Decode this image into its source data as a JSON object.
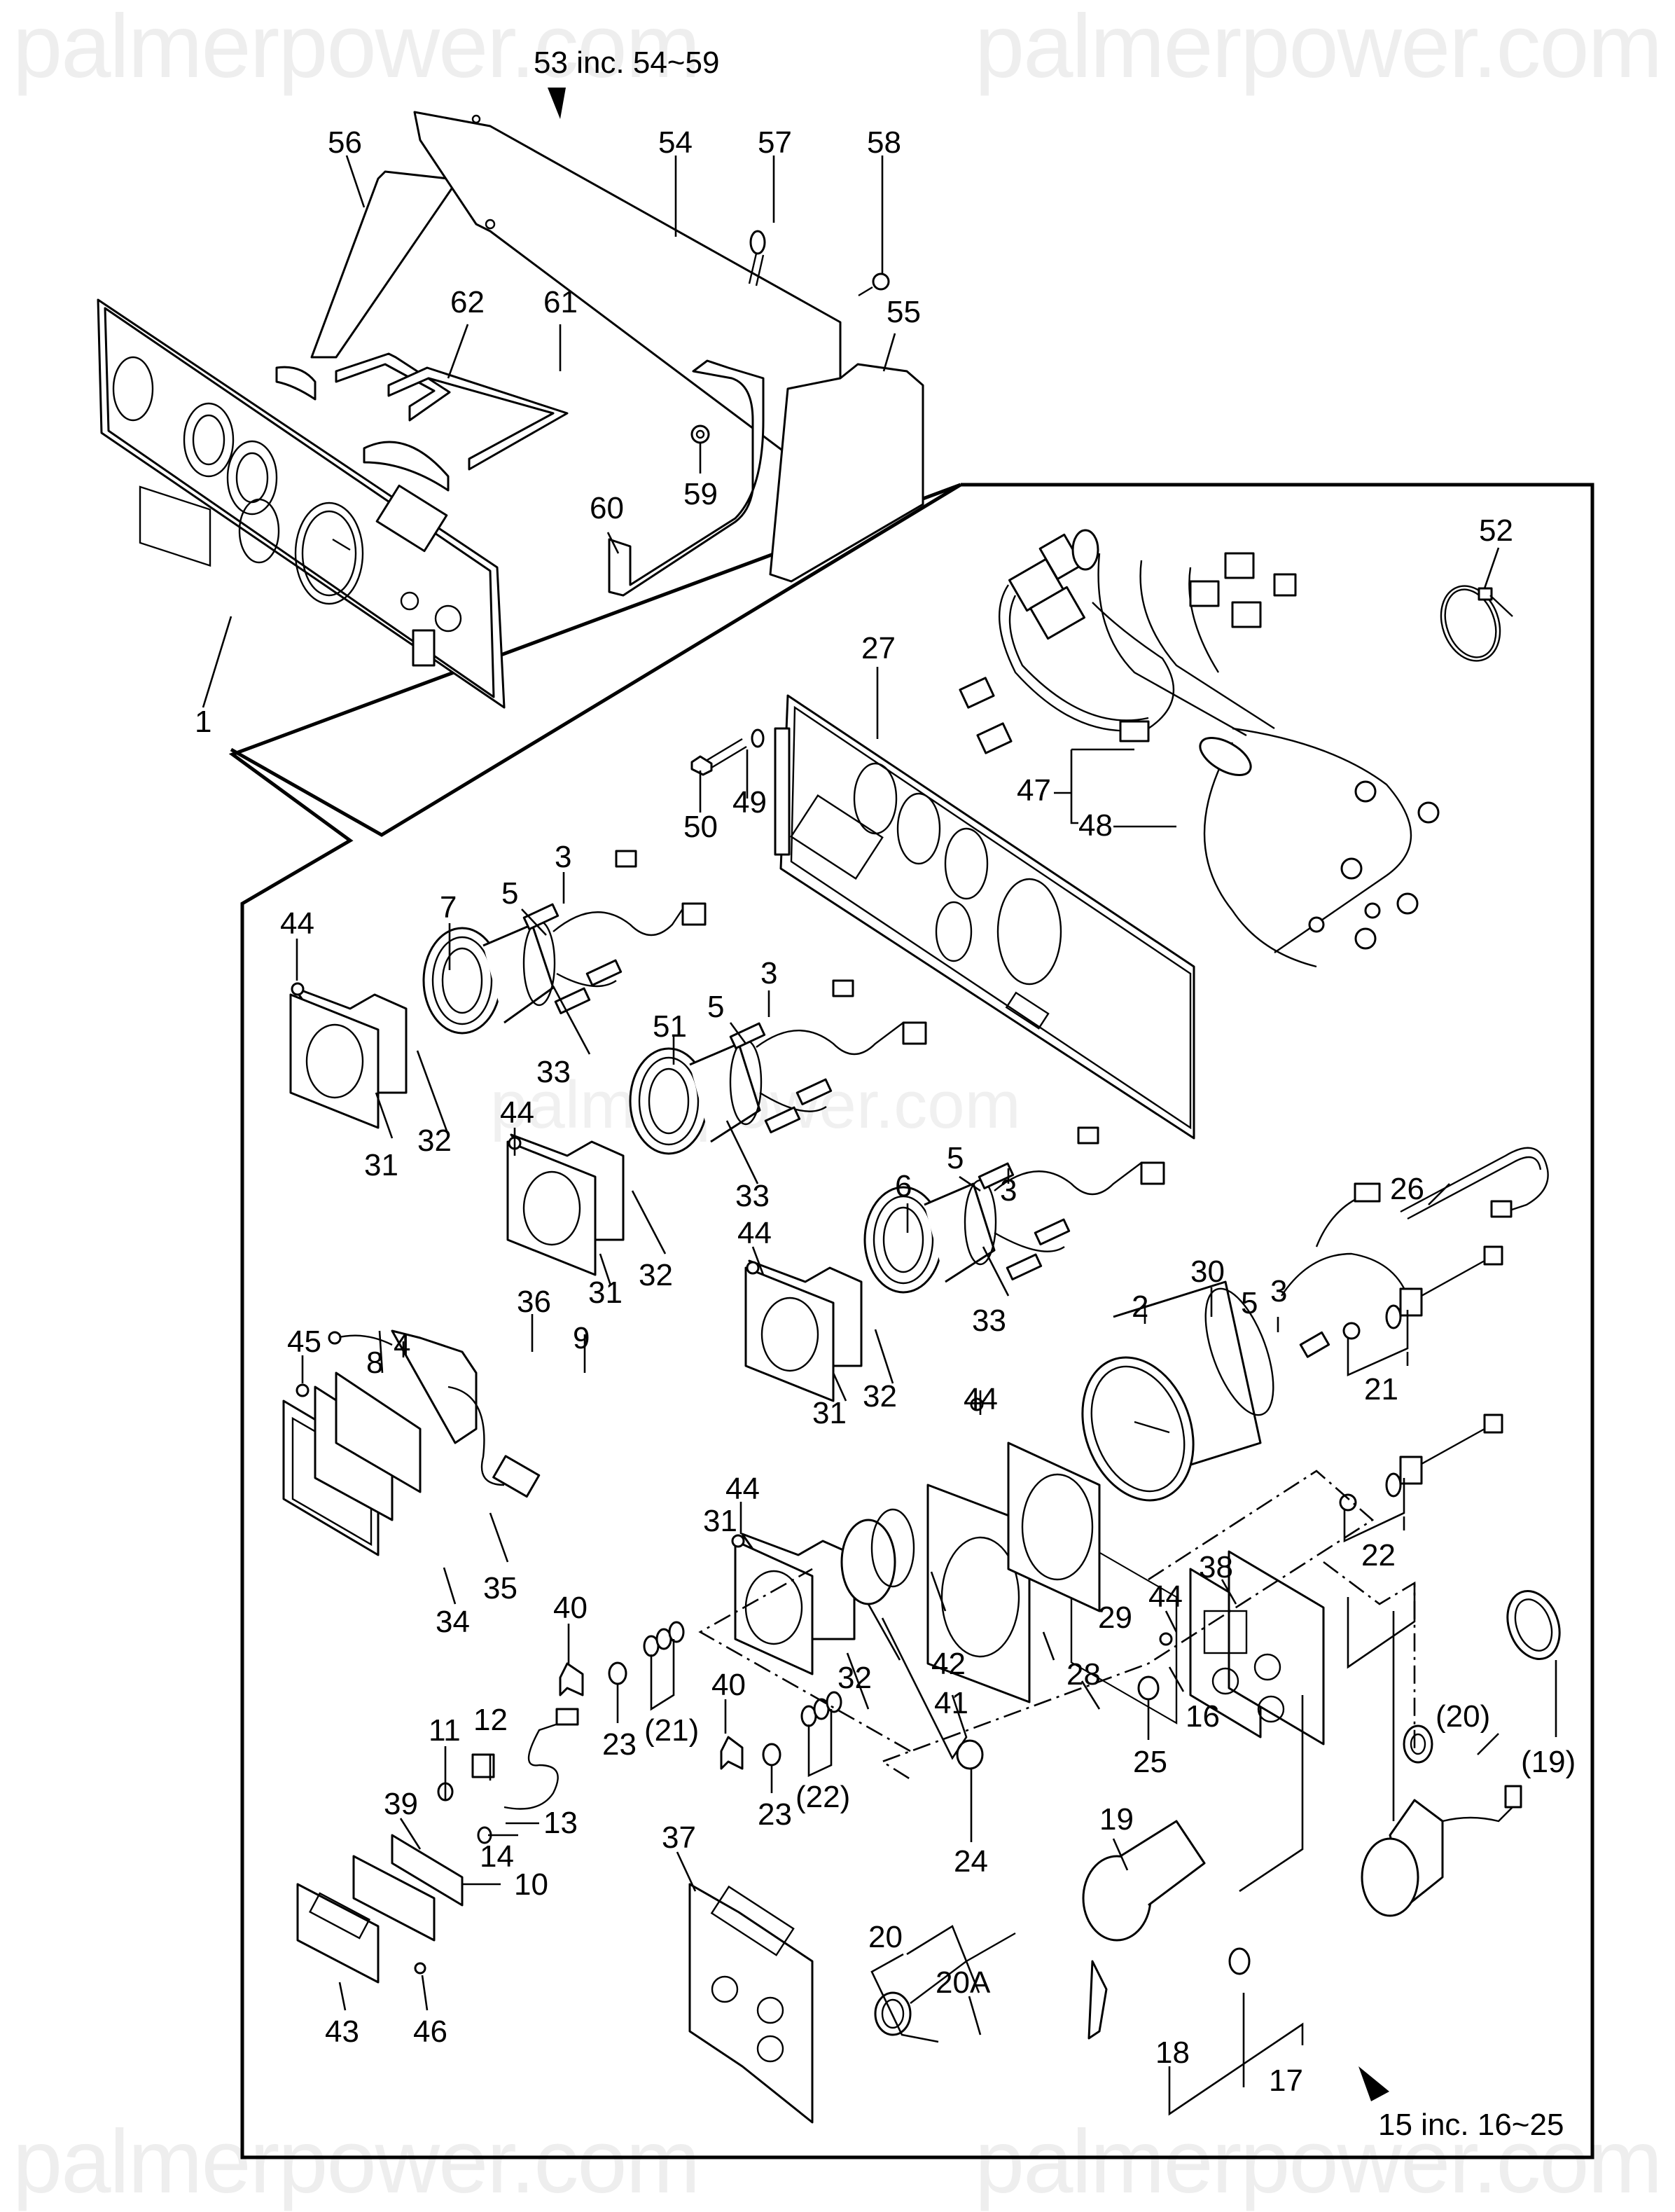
{
  "diagram": {
    "title": "Instrument Panel – Exploded Parts View",
    "watermark": "palmerpower.com",
    "assembly_notes": [
      {
        "id": "note-53",
        "text": "53 inc. 54~59"
      },
      {
        "id": "note-15",
        "text": "15 inc. 16~25"
      }
    ],
    "callouts": [
      {
        "id": "c53",
        "text": "53 inc. 54~59"
      },
      {
        "id": "c56",
        "text": "56"
      },
      {
        "id": "c54",
        "text": "54"
      },
      {
        "id": "c57",
        "text": "57"
      },
      {
        "id": "c58",
        "text": "58"
      },
      {
        "id": "c62",
        "text": "62"
      },
      {
        "id": "c61",
        "text": "61"
      },
      {
        "id": "c55",
        "text": "55"
      },
      {
        "id": "c59",
        "text": "59"
      },
      {
        "id": "c60",
        "text": "60"
      },
      {
        "id": "c1",
        "text": "1"
      },
      {
        "id": "c52",
        "text": "52"
      },
      {
        "id": "c27",
        "text": "27"
      },
      {
        "id": "c47",
        "text": "47"
      },
      {
        "id": "c48",
        "text": "48"
      },
      {
        "id": "c50",
        "text": "50"
      },
      {
        "id": "c49",
        "text": "49"
      },
      {
        "id": "c44a",
        "text": "44"
      },
      {
        "id": "c7",
        "text": "7"
      },
      {
        "id": "c5a",
        "text": "5"
      },
      {
        "id": "c3a",
        "text": "3"
      },
      {
        "id": "c33a",
        "text": "33"
      },
      {
        "id": "c31a",
        "text": "31"
      },
      {
        "id": "c32a",
        "text": "32"
      },
      {
        "id": "c51",
        "text": "51"
      },
      {
        "id": "c5b",
        "text": "5"
      },
      {
        "id": "c3b",
        "text": "3"
      },
      {
        "id": "c44b",
        "text": "44"
      },
      {
        "id": "c33b",
        "text": "33"
      },
      {
        "id": "c31b",
        "text": "31"
      },
      {
        "id": "c32b",
        "text": "32"
      },
      {
        "id": "c3c",
        "text": "3"
      },
      {
        "id": "c5c",
        "text": "5"
      },
      {
        "id": "c6",
        "text": "6"
      },
      {
        "id": "c44c",
        "text": "44"
      },
      {
        "id": "c33c",
        "text": "33"
      },
      {
        "id": "c31c",
        "text": "31"
      },
      {
        "id": "c32c",
        "text": "32"
      },
      {
        "id": "c26",
        "text": "26"
      },
      {
        "id": "c30",
        "text": "30"
      },
      {
        "id": "c5d",
        "text": "5"
      },
      {
        "id": "c3d",
        "text": "3"
      },
      {
        "id": "c2",
        "text": "2"
      },
      {
        "id": "c21",
        "text": "21"
      },
      {
        "id": "c22",
        "text": "22"
      },
      {
        "id": "c8",
        "text": "8"
      },
      {
        "id": "c4",
        "text": "4"
      },
      {
        "id": "c36",
        "text": "36"
      },
      {
        "id": "c9",
        "text": "9"
      },
      {
        "id": "c45",
        "text": "45"
      },
      {
        "id": "c34",
        "text": "34"
      },
      {
        "id": "c35",
        "text": "35"
      },
      {
        "id": "c44d",
        "text": "44"
      },
      {
        "id": "c44e",
        "text": "44"
      },
      {
        "id": "c31d",
        "text": "31"
      },
      {
        "id": "c42",
        "text": "42"
      },
      {
        "id": "c41",
        "text": "41"
      },
      {
        "id": "c32d",
        "text": "32"
      },
      {
        "id": "c28",
        "text": "28"
      },
      {
        "id": "c29",
        "text": "29"
      },
      {
        "id": "c44f",
        "text": "44"
      },
      {
        "id": "c38",
        "text": "38"
      },
      {
        "id": "c40a",
        "text": "40"
      },
      {
        "id": "c23a",
        "text": "23"
      },
      {
        "id": "c21p",
        "text": "(21)"
      },
      {
        "id": "c40b",
        "text": "40"
      },
      {
        "id": "c23b",
        "text": "23"
      },
      {
        "id": "c22p",
        "text": "(22)"
      },
      {
        "id": "c11",
        "text": "11"
      },
      {
        "id": "c12",
        "text": "12"
      },
      {
        "id": "c13",
        "text": "13"
      },
      {
        "id": "c39",
        "text": "39"
      },
      {
        "id": "c14",
        "text": "14"
      },
      {
        "id": "c10",
        "text": "10"
      },
      {
        "id": "c43",
        "text": "43"
      },
      {
        "id": "c46",
        "text": "46"
      },
      {
        "id": "c37",
        "text": "37"
      },
      {
        "id": "c25",
        "text": "25"
      },
      {
        "id": "c16",
        "text": "16"
      },
      {
        "id": "c20p",
        "text": "(20)"
      },
      {
        "id": "c19p",
        "text": "(19)"
      },
      {
        "id": "c19",
        "text": "19"
      },
      {
        "id": "c24",
        "text": "24"
      },
      {
        "id": "c20",
        "text": "20"
      },
      {
        "id": "c20A",
        "text": "20A"
      },
      {
        "id": "c18",
        "text": "18"
      },
      {
        "id": "c17",
        "text": "17"
      },
      {
        "id": "c15",
        "text": "15 inc. 16~25"
      }
    ]
  }
}
